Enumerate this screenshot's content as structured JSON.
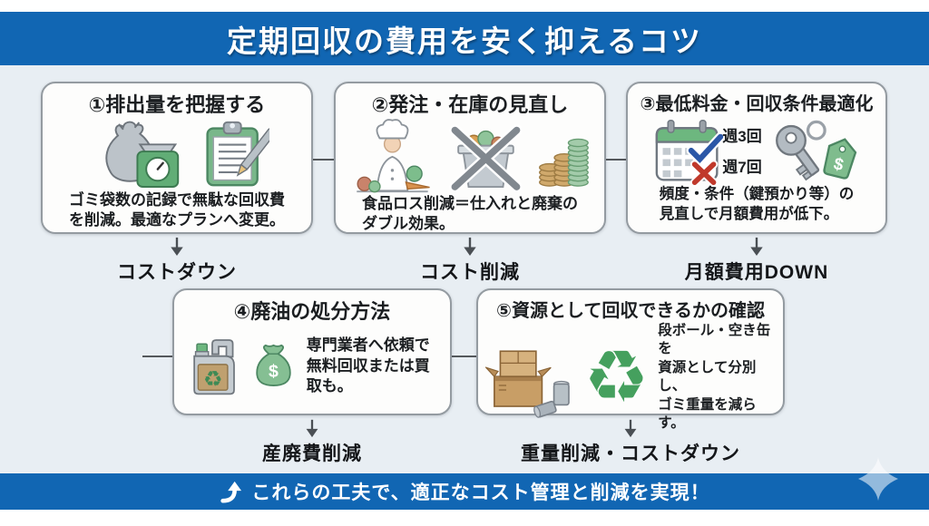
{
  "header": {
    "title": "定期回収の費用を安く抑えるコツ"
  },
  "footer": {
    "text": "これらの工夫で、適正なコスト管理と削減を実現！",
    "icon": "curved-up-arrow-icon"
  },
  "symbols": {
    "dollar": "$",
    "recycle": "♻"
  },
  "colors": {
    "accent_blue": "#1166b3",
    "background": "#e8eef3",
    "green": "#45a05e",
    "box_border": "#949ba1",
    "check_blue": "#2b57a7",
    "cross_red": "#c0392b",
    "cardboard": "#c89e66",
    "coin_tan": "#d0a96c",
    "metal_gray": "#b3bbc2"
  },
  "steps": [
    {
      "title": "①排出量を把握する",
      "body": "ゴミ袋数の記録で無駄な回収費\nを削減。最適なプランへ変更。",
      "outcome": "コストダウン",
      "icons": [
        "trash-bag-and-scale-icon",
        "clipboard-pen-icon"
      ]
    },
    {
      "title": "②発注・在庫の見直し",
      "body": "食品ロス削減＝仕入れと廃棄の\nダブル効果。",
      "outcome": "コスト削減",
      "icons": [
        "chef-icon",
        "discarded-food-crossed-icon",
        "coin-stacks-icon"
      ]
    },
    {
      "title": "③最低料金・回収条件最適化",
      "body": "頻度・条件（鍵預かり等）の\n見直しで月額費用が低下。",
      "outcome": "月額費用DOWN",
      "icons": [
        "calendar-check-cross-icon",
        "key-price-tag-icon"
      ],
      "options": [
        {
          "label": "週3回",
          "mark": "check"
        },
        {
          "label": "週7回",
          "mark": "cross"
        }
      ]
    },
    {
      "title": "④廃油の処分方法",
      "body": "専門業者へ依頼で\n無料回収または買取も。",
      "outcome": "産廃費削減",
      "icons": [
        "oil-can-recycle-icon",
        "money-bag-icon"
      ]
    },
    {
      "title": "⑤資源として回収できるかの確認",
      "body": "段ボール・空き缶を\n資源として分別し、\nゴミ重量を減らす。",
      "outcome": "重量削減・コストダウン",
      "icons": [
        "cardboard-boxes-cans-icon",
        "recycle-symbol-icon"
      ]
    }
  ]
}
